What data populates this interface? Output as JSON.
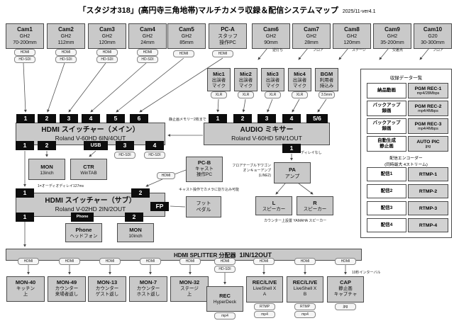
{
  "title": "「スタジオ318」(高円寺三角地帯)マルチカメラ収録＆配信システムマップ",
  "version": "2025/11-ver4.1",
  "labels": {
    "hdmi": "HDMI",
    "hdsdi": "HD-SDI",
    "xlr": "XLR",
    "mm35": "3.5mm",
    "rtmp": "RTMP",
    "mp4": "mp4",
    "jpg": "jpg"
  },
  "cameras": [
    {
      "name": "Cam1",
      "line1": "GH2",
      "line2": "70-200mm"
    },
    {
      "name": "Cam2",
      "line1": "GH2",
      "line2": "112mm"
    },
    {
      "name": "Cam3",
      "line1": "GH2",
      "line2": "120mm"
    },
    {
      "name": "Cam4",
      "line1": "GH2",
      "line2": "24mm"
    },
    {
      "name": "Cam5",
      "line1": "GH2",
      "line2": "85mm"
    },
    {
      "name": "PC-A",
      "line1": "スタッフ",
      "line2": "操作PC"
    },
    {
      "name": "Cam6",
      "line1": "GH2",
      "line2": "90mm",
      "loc": "逆打ち"
    },
    {
      "name": "Cam7",
      "line1": "GH2",
      "line2": "28mm",
      "loc": "フロア"
    },
    {
      "name": "Cam8",
      "line1": "GH2",
      "line2": "120mm",
      "loc": "ステージ"
    },
    {
      "name": "Cam9",
      "line1": "GH2",
      "line2": "35-200mm",
      "loc": "交差点"
    },
    {
      "name": "Cam10",
      "line1": "G20",
      "line2": "30-300mm",
      "loc": "フロア"
    }
  ],
  "main_switcher": {
    "name": "HDMI スイッチャー（メイン）",
    "model": "Roland V-60HD 6IN/4OUT",
    "inputs": [
      "1",
      "2",
      "3",
      "4",
      "5",
      "6"
    ],
    "outputs": [
      "1",
      "2",
      "USB",
      "3",
      "4"
    ]
  },
  "audio_mixer": {
    "name": "AUDIO ミキサー",
    "model": "Roland V-60HD 5IN/1OUT",
    "inputs": [
      "1",
      "2",
      "3",
      "4",
      "5/6"
    ],
    "output": "1"
  },
  "mics": [
    {
      "name": "Mic1",
      "line1": "出演者",
      "line2": "マイク"
    },
    {
      "name": "Mic2",
      "line1": "出演者",
      "line2": "マイク"
    },
    {
      "name": "Mic3",
      "line1": "出演者",
      "line2": "マイク"
    },
    {
      "name": "Mic4",
      "line1": "出演者",
      "line2": "マイク"
    },
    {
      "name": "BGM",
      "line1": "利用者",
      "line2": "持込み"
    }
  ],
  "mon13": {
    "name": "MON",
    "sub": "13inch"
  },
  "ctr": {
    "name": "CTR",
    "sub": "WinTAB"
  },
  "pcb": {
    "name": "PC-B",
    "line1": "キャスト",
    "line2": "操作PC"
  },
  "sub_switcher": {
    "name": "HDMI スイッチャー（サブ）",
    "model": "Roland V-02HD 2IN/2OUT",
    "inputs": [
      "1",
      "2"
    ],
    "fp": "FP",
    "outputs": [
      "1",
      "Phone",
      "2"
    ]
  },
  "pedal": {
    "line1": "フット",
    "line2": "ペダル"
  },
  "phone": {
    "name": "Phone",
    "sub": "ヘッドフォン"
  },
  "mon10": {
    "name": "MON",
    "sub": "10inch"
  },
  "pa": {
    "name": "PA",
    "sub": "アンプ"
  },
  "spk_l": {
    "name": "L",
    "sub": "スピーカー"
  },
  "spk_r": {
    "name": "R",
    "sub": "スピーカー"
  },
  "notes": {
    "stillmem": "静止画メモリー2枚まで",
    "delay127": "1=オーディオディレイ127ms",
    "cast": "キャスト操作でカメラに割り込み可能",
    "nodelay": "ディレイなし",
    "amp1": "フロアテーブル下ワゴン",
    "amp2": "オンキョーアンプ",
    "amp3": "(LINE2)",
    "speakers": "カウンター上設置 YAMAHA スピーカー",
    "interval": "10秒インターバル"
  },
  "panel": {
    "title": "収録データ一覧",
    "rows": [
      {
        "l1": "納品動画",
        "l2": "",
        "v": "PGM REC-1",
        "vs": "mp4/28Mbps"
      },
      {
        "l1": "バックアップ",
        "l2": "録画",
        "v": "PGM REC-2",
        "vs": "mp4/4Mbps"
      },
      {
        "l1": "バックアップ",
        "l2": "録画",
        "v": "PGM REC-3",
        "vs": "mp4/4Mbps"
      },
      {
        "l1": "自動生成",
        "l2": "静止画",
        "v": "AUTO PIC",
        "vs": "jpg"
      }
    ],
    "enc1": "配信エンコーダー",
    "enc2": "(同時最大 4ストリーム)",
    "streams": [
      {
        "l": "配信1",
        "v": "RTMP-1"
      },
      {
        "l": "配信2",
        "v": "RTMP-2"
      },
      {
        "l": "配信3",
        "v": "RTMP-3"
      },
      {
        "l": "配信4",
        "v": "RTMP-4"
      }
    ]
  },
  "splitter": {
    "name": "HDMI SPLITTER 分配器",
    "model": "1IN/12OUT"
  },
  "devices": [
    {
      "name": "MON-40",
      "line1": "キッチン",
      "line2": "上"
    },
    {
      "name": "MON-49",
      "line1": "カウンター",
      "line2": "来場者返し"
    },
    {
      "name": "MON-13",
      "line1": "カウンター",
      "line2": "ゲスト返し"
    },
    {
      "name": "MON-7",
      "line1": "カウンター",
      "line2": "ホスト返し"
    },
    {
      "name": "MON-32",
      "line1": "ステージ",
      "line2": "上"
    },
    {
      "name": "REC",
      "line1": "HyperDeck"
    },
    {
      "name": "REC/LIVE",
      "line1": "LiveShell X",
      "line2": "A"
    },
    {
      "name": "REC/LIVE",
      "line1": "LiveShell X",
      "line2": "B"
    },
    {
      "name": "CAP",
      "line1": "静止画",
      "line2": "キャプチャ"
    }
  ]
}
